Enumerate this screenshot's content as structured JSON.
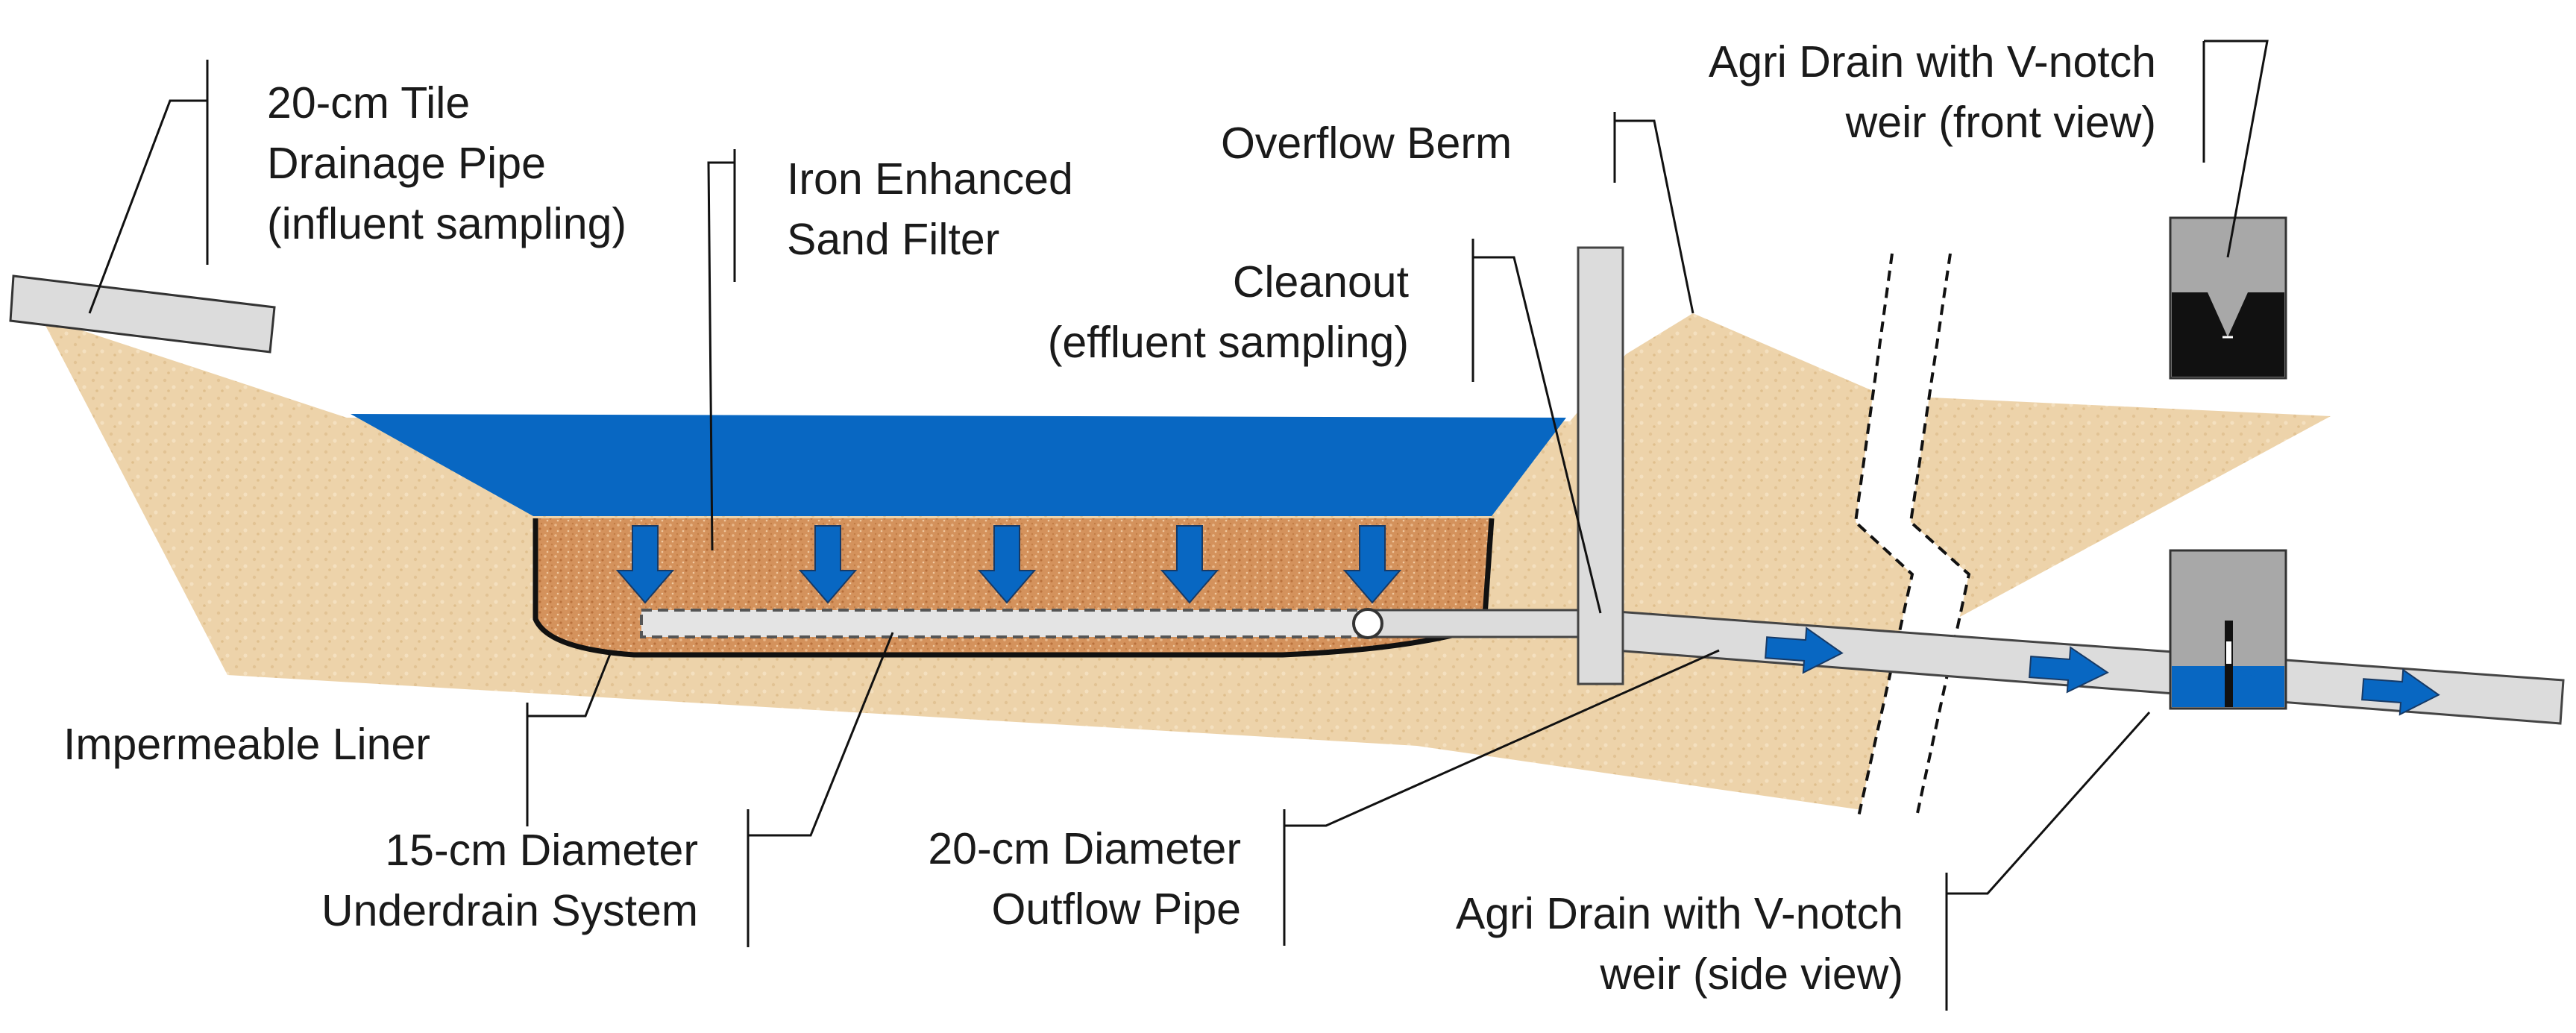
{
  "diagram": {
    "colors": {
      "soil": "#edd3aa",
      "sand_filter": "#d4925c",
      "water": "#0867c2",
      "pipe": "#dcdcdc",
      "outline": "#111111",
      "agri_drain_box": "#a8a8a8"
    },
    "labels": {
      "tile_pipe": [
        "20-cm Tile",
        "Drainage Pipe",
        "(influent sampling)"
      ],
      "sand_filter": [
        "Iron Enhanced",
        "Sand Filter"
      ],
      "overflow_berm": [
        "Overflow Berm"
      ],
      "cleanout": [
        "Cleanout",
        "(effluent sampling)"
      ],
      "agri_drain_front": [
        "Agri Drain with V-notch",
        "weir (front view)"
      ],
      "liner": [
        "Impermeable Liner"
      ],
      "underdrain": [
        "15-cm Diameter",
        "Underdrain System"
      ],
      "outflow": [
        "20-cm Diameter",
        "Outflow Pipe"
      ],
      "agri_drain_side": [
        "Agri Drain with V-notch",
        "weir (side view)"
      ]
    },
    "icons": {
      "flow_arrow_down": "down-arrow-icon",
      "flow_arrow_right": "right-arrow-icon"
    }
  }
}
